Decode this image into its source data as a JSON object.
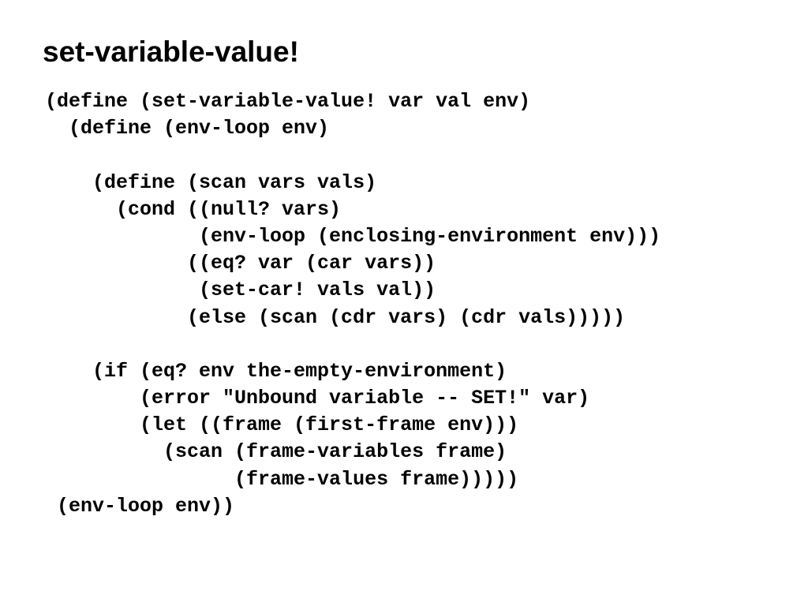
{
  "slide": {
    "title": "set-variable-value!",
    "code_lines": [
      "(define (set-variable-value! var val env)",
      "  (define (env-loop env)",
      "",
      "    (define (scan vars vals)",
      "      (cond ((null? vars)",
      "             (env-loop (enclosing-environment env)))",
      "            ((eq? var (car vars))",
      "             (set-car! vals val))",
      "            (else (scan (cdr vars) (cdr vals)))))",
      "",
      "    (if (eq? env the-empty-environment)",
      "        (error \"Unbound variable -- SET!\" var)",
      "        (let ((frame (first-frame env)))",
      "          (scan (frame-variables frame)",
      "                (frame-values frame)))))",
      " (env-loop env))"
    ]
  }
}
